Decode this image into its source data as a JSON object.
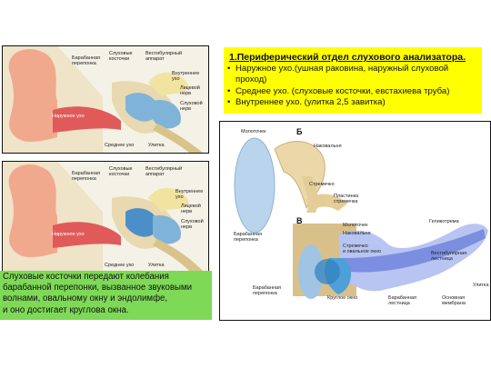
{
  "title_box": {
    "heading": "1.Периферический отдел слухового анализатора.",
    "items": [
      "Наружное ухо.(ушная раковина, наружный слуховой проход)",
      "Среднее ухо. (слуховые косточки, евстахиева труба)",
      "Внутреннее ухо. (улитка 2,5 завитка)"
    ]
  },
  "caption": {
    "lines": [
      "Слуховые косточки передают колебания",
      "барабанной перепонки, вызванное звуковыми",
      "волнами, овальному окну и эндолимфе,",
      "и оно достигает круглова окна."
    ]
  },
  "ear_diagram": {
    "labels": {
      "drum": "Барабанная\nперепонка",
      "ossicles": "Слуховые\nкосточки",
      "vestibular": "Вестибулярный\nаппарат",
      "inner_ear": "Внутреннее\nухо",
      "facial_nerve": "Лицевой\nнерв",
      "auditory_nerve": "Слуховой\nнерв",
      "outer_ear": "Наружное ухо",
      "middle_ear": "Среднее ухо",
      "cochlea": "Улитка"
    }
  },
  "ossicle_diagram": {
    "letter_b": "Б",
    "letter_v": "В",
    "labels": {
      "hammer": "Молоточек",
      "anvil": "Наковальня",
      "stirrup": "Стремечко",
      "plate": "Пластинка\nстремечка",
      "drum": "Барабанная\nперепонка"
    }
  },
  "cochlea_diagram": {
    "labels": {
      "hammer": "Молоточек",
      "anvil": "Наковальня",
      "stirrup_oval": "Стремечко\nи овальное окно",
      "helicotrema": "Геликотрема",
      "vestibular_scala": "Вестибулярная\nлестница",
      "drum": "Барабанная\nперепонка",
      "round_window": "Круглое окно",
      "tympanic_scala": "Барабанная\nлестница",
      "basilar": "Основная\nмембрана",
      "cochlea": "Улитка"
    }
  }
}
